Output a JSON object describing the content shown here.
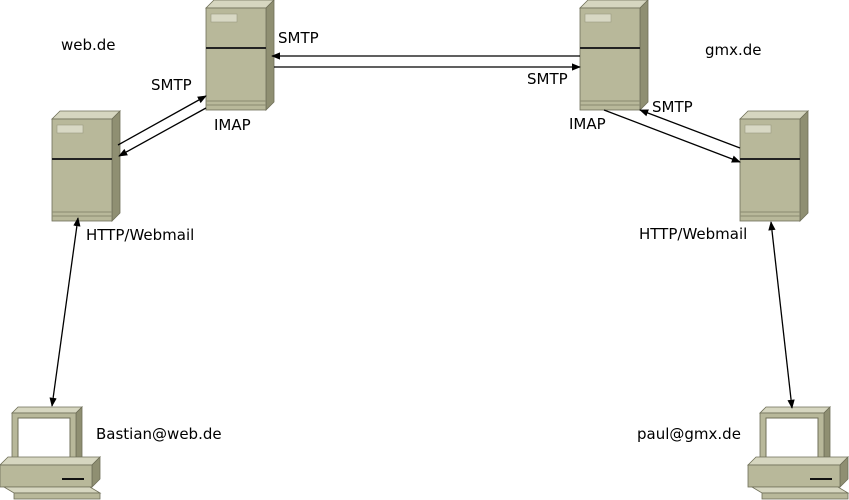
{
  "domains": {
    "left": "web.de",
    "right": "gmx.de"
  },
  "labels": {
    "smtp_top": "SMTP",
    "smtp_top_return": "SMTP",
    "smtp_left": "SMTP",
    "smtp_right": "SMTP",
    "imap_left": "IMAP",
    "imap_right": "IMAP",
    "webmail_left": "HTTP/Webmail",
    "webmail_right": "HTTP/Webmail"
  },
  "users": {
    "left": "Bastian@web.de",
    "right": "paul@gmx.de"
  },
  "colors": {
    "server_face": "#b8b89a",
    "server_side": "#8f8f72",
    "server_top": "#d6d6c0",
    "line": "#000000"
  }
}
